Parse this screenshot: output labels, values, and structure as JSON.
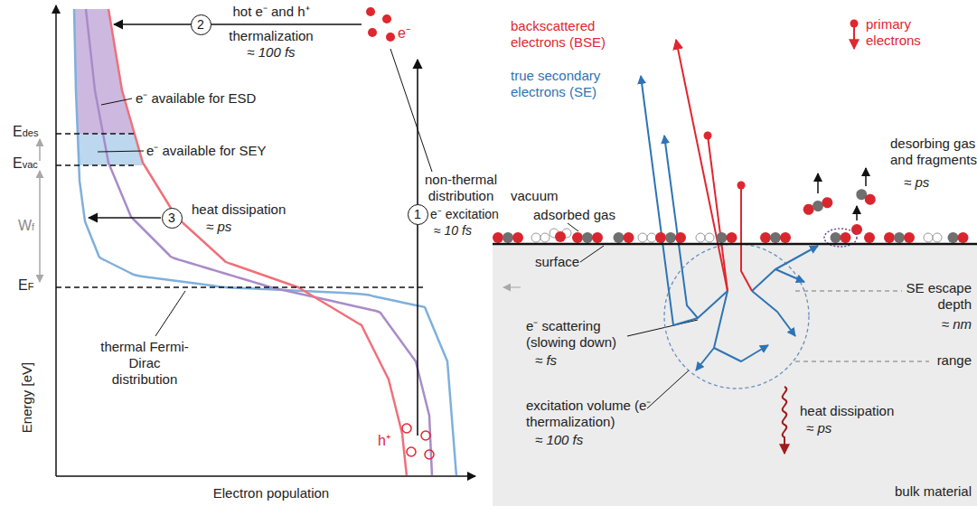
{
  "diagram": {
    "nodes": [
      {
        "text": [
          "2"
        ]
      },
      {
        "text": [
          "3"
        ]
      },
      {
        "text": [
          "1"
        ]
      }
    ],
    "labels": [
      "hot e⁻ and h⁺",
      "thermalization",
      "≈ 100 fs",
      "e⁻",
      "non-thermal distribution",
      "e⁻ excitation",
      "≈ 10 fs",
      "e⁻ available for ESD",
      "e⁻ available for SEY",
      "heat dissipation",
      "≈ ps",
      "Edes",
      "Evac",
      "Wf",
      "EF",
      "thermal Fermi-Dirac distribution",
      "Energy [eV]",
      "Electron population",
      "h⁺",
      "backscattered electrons (BSE)",
      "primary electrons",
      "true secondary electrons (SE)",
      "vacuum",
      "adsorbed gas",
      "desorbing gas and fragments",
      "≈ ps",
      "surface",
      "SE escape depth",
      "≈ nm",
      "range",
      "e⁻ scattering (slowing down)",
      "≈ fs",
      "excitation volume (e⁻ thermalization)",
      "≈ 100 fs",
      "heat dissipation",
      "≈ ps",
      "bulk material"
    ]
  }
}
